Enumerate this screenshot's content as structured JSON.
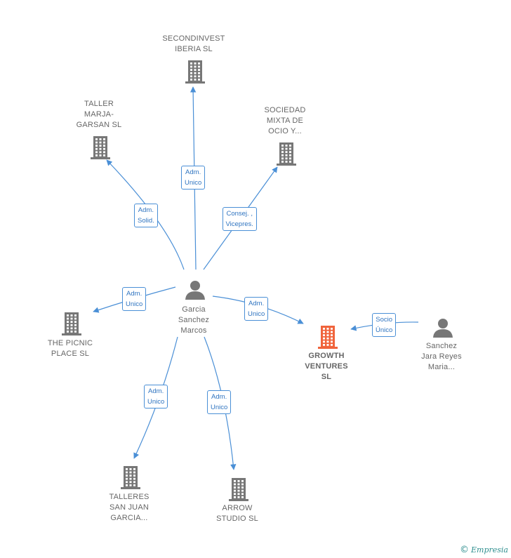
{
  "colors": {
    "edge": "#4a8fd6",
    "company": "#777777",
    "focus_company": "#f0643c",
    "person": "#777777"
  },
  "nodes": [
    {
      "id": "secondinvest",
      "type": "company",
      "label": "SECONDINVEST\nIBERIA SL"
    },
    {
      "id": "taller",
      "type": "company",
      "label": "TALLER\nMARJA-\nGARSAN  SL"
    },
    {
      "id": "sociedad",
      "type": "company",
      "label": "SOCIEDAD\nMIXTA DE\nOCIO Y..."
    },
    {
      "id": "garcia",
      "type": "person",
      "label": "Garcia\nSanchez\nMarcos"
    },
    {
      "id": "picnic",
      "type": "company",
      "label": "THE PICNIC\nPLACE  SL"
    },
    {
      "id": "growth",
      "type": "company-focus",
      "label": "GROWTH\nVENTURES\nSL"
    },
    {
      "id": "sanchez",
      "type": "person",
      "label": "Sanchez\nJara Reyes\nMaria..."
    },
    {
      "id": "talleres",
      "type": "company",
      "label": "TALLERES\nSAN JUAN\nGARCIA..."
    },
    {
      "id": "arrow",
      "type": "company",
      "label": "ARROW\nSTUDIO  SL"
    }
  ],
  "edges": [
    {
      "from": "garcia",
      "to": "secondinvest",
      "label": "Adm.\nUnico"
    },
    {
      "from": "garcia",
      "to": "taller",
      "label": "Adm.\nSolid."
    },
    {
      "from": "garcia",
      "to": "sociedad",
      "label": "Consej. ,\nVicepres."
    },
    {
      "from": "garcia",
      "to": "picnic",
      "label": "Adm.\nUnico"
    },
    {
      "from": "garcia",
      "to": "growth",
      "label": "Adm.\nUnico"
    },
    {
      "from": "sanchez",
      "to": "growth",
      "label": "Socio\nÚnico"
    },
    {
      "from": "garcia",
      "to": "talleres",
      "label": "Adm.\nUnico"
    },
    {
      "from": "garcia",
      "to": "arrow",
      "label": "Adm.\nUnico"
    }
  ],
  "credit": {
    "symbol": "©",
    "text": "Empresia"
  }
}
